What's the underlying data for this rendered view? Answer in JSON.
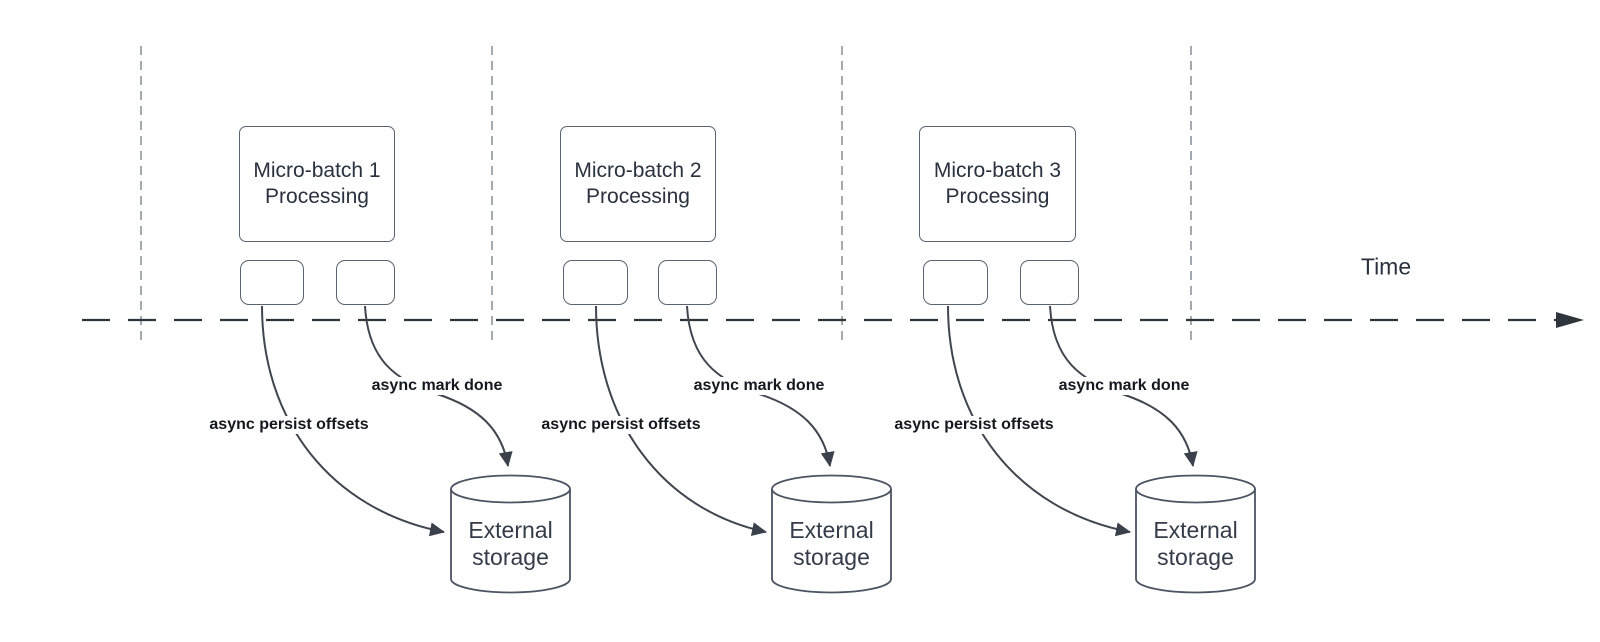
{
  "diagram": {
    "time_label": "Time",
    "groups": [
      {
        "batch_line1": "Micro-batch 1",
        "batch_line2": "Processing",
        "persist_label": "async persist offsets",
        "mark_done_label": "async mark done",
        "storage_line1": "External",
        "storage_line2": "storage"
      },
      {
        "batch_line1": "Micro-batch 2",
        "batch_line2": "Processing",
        "persist_label": "async persist offsets",
        "mark_done_label": "async mark done",
        "storage_line1": "External",
        "storage_line2": "storage"
      },
      {
        "batch_line1": "Micro-batch 3",
        "batch_line2": "Processing",
        "persist_label": "async persist offsets",
        "mark_done_label": "async mark done",
        "storage_line1": "External",
        "storage_line2": "storage"
      }
    ],
    "colors": {
      "shape_stroke": "#5a6370",
      "curve_stroke": "#3f4650",
      "gridline": "#a6aaaf",
      "time_axis": "#2f353c",
      "box_text": "#2a323f",
      "edge_label_text": "#14181f"
    }
  }
}
